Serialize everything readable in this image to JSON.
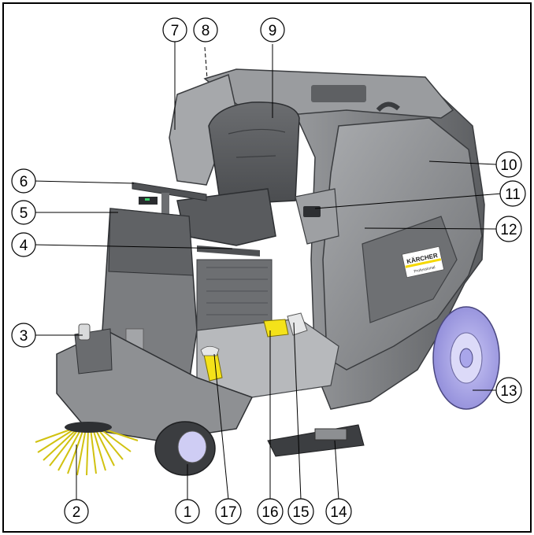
{
  "diagram": {
    "brand_label": "KÄRCHER",
    "brand_sublabel": "Professional",
    "callouts": [
      {
        "id": "1",
        "label": "1"
      },
      {
        "id": "2",
        "label": "2"
      },
      {
        "id": "3",
        "label": "3"
      },
      {
        "id": "4",
        "label": "4"
      },
      {
        "id": "5",
        "label": "5"
      },
      {
        "id": "6",
        "label": "6"
      },
      {
        "id": "7",
        "label": "7"
      },
      {
        "id": "8",
        "label": "8"
      },
      {
        "id": "9",
        "label": "9"
      },
      {
        "id": "10",
        "label": "10"
      },
      {
        "id": "11",
        "label": "11"
      },
      {
        "id": "12",
        "label": "12"
      },
      {
        "id": "13",
        "label": "13"
      },
      {
        "id": "14",
        "label": "14"
      },
      {
        "id": "15",
        "label": "15"
      },
      {
        "id": "16",
        "label": "16"
      },
      {
        "id": "17",
        "label": "17"
      }
    ],
    "colors": {
      "body_dark": "#6f7174",
      "body_mid": "#8d8f92",
      "body_light": "#b4b6b8",
      "brush_yellow": "#f2e21a",
      "wheel_lilac": "#a9a6ea",
      "handle_yellow": "#f4e21a",
      "brand_yellow": "#f5d800"
    }
  }
}
